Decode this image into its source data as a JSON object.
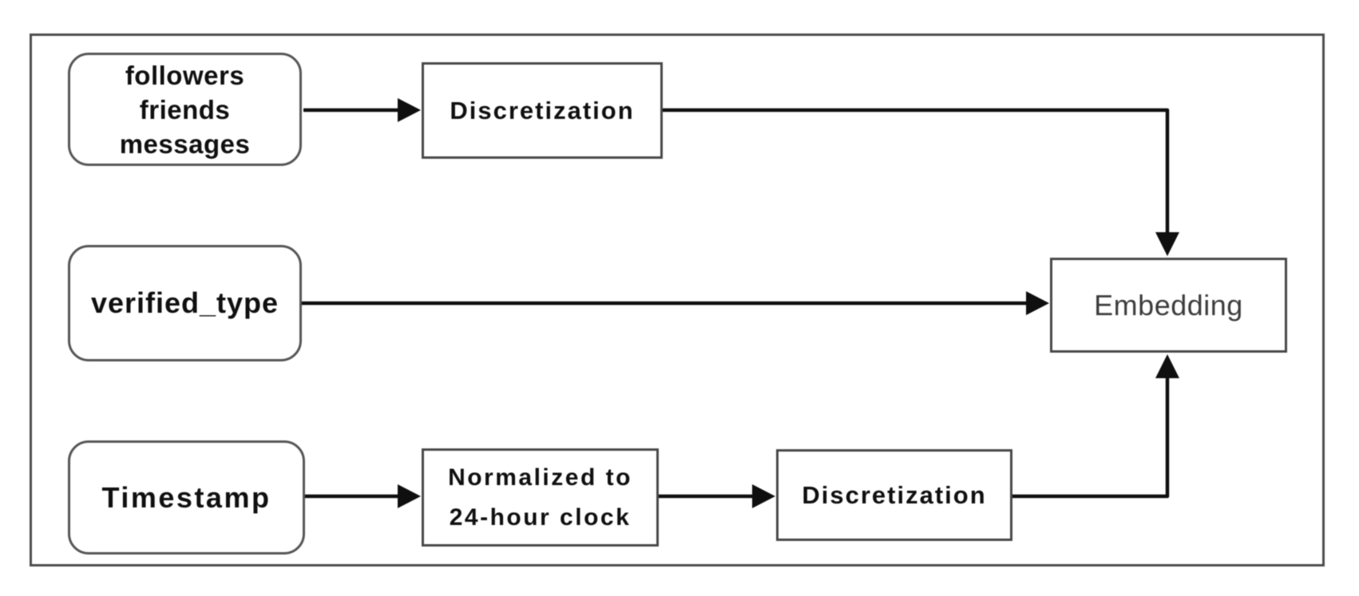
{
  "figure": {
    "title": "feature embedding flow diagram",
    "background": "#ffffff",
    "frame_color": "#4c4c4c",
    "nodes": {
      "user_counts": {
        "label": "followers\nfriends\nmessages",
        "shape": "rounded"
      },
      "discretization_top": {
        "label": "Discretization",
        "shape": "rect"
      },
      "verified_type": {
        "label": "verified_type",
        "shape": "rounded"
      },
      "timestamp": {
        "label": "Timestamp",
        "shape": "rounded"
      },
      "normalize": {
        "label": "Normalized to\n24-hour clock",
        "shape": "rect"
      },
      "discretization_bottom": {
        "label": "Discretization",
        "shape": "rect"
      },
      "embedding": {
        "label": "Embedding",
        "shape": "rect"
      }
    },
    "edges": [
      {
        "from": "user_counts",
        "to": "discretization_top"
      },
      {
        "from": "discretization_top",
        "to": "embedding"
      },
      {
        "from": "verified_type",
        "to": "embedding"
      },
      {
        "from": "timestamp",
        "to": "normalize"
      },
      {
        "from": "normalize",
        "to": "discretization_bottom"
      },
      {
        "from": "discretization_bottom",
        "to": "embedding"
      }
    ],
    "colors": {
      "node_border": "#4d4d4d",
      "arrow": "#0f0f0f",
      "label_text": "#101010",
      "embedding_text": "#3d3d3d"
    }
  }
}
